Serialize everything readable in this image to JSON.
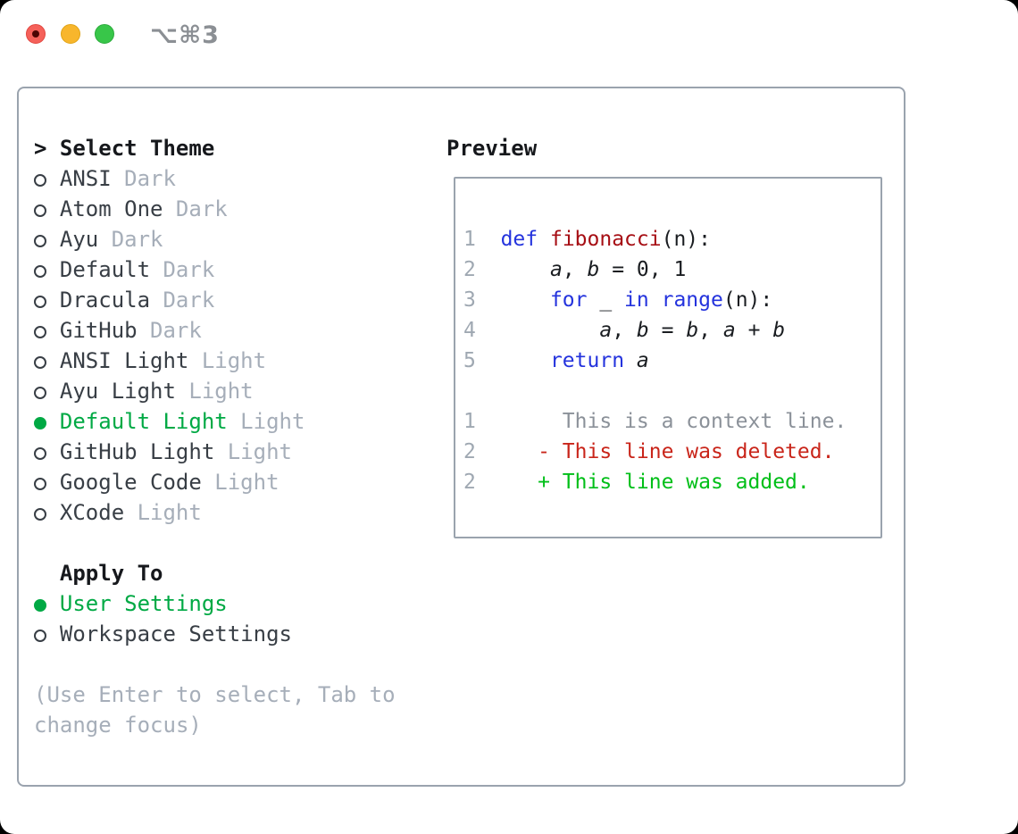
{
  "window": {
    "title": "⌥⌘3"
  },
  "colors": {
    "ui_green": "#00a944",
    "add_green": "#00bf18",
    "del_red": "#c9251a",
    "fn_red": "#a60e14",
    "kw_blue": "#2433dd",
    "name_dark": "#383e45",
    "muted_gray": "#a6aeb9",
    "number_gray": "#9fa8b2",
    "context_gray": "#8b9199",
    "border_gray": "#9aa3ae",
    "header_black": "#16181c",
    "title_gray": "#8b8f94",
    "light_red": "#f5615a",
    "light_yellow": "#f8b62c",
    "light_green": "#38c649"
  },
  "icons": {
    "close": "close-traffic-light",
    "minimize": "minimize-traffic-light",
    "zoom": "zoom-traffic-light"
  },
  "theme_panel": {
    "header": {
      "prompt": ">",
      "label": "Select Theme"
    },
    "themes": [
      {
        "name": "ANSI",
        "variant": "Dark",
        "selected": false
      },
      {
        "name": "Atom One",
        "variant": "Dark",
        "selected": false
      },
      {
        "name": "Ayu",
        "variant": "Dark",
        "selected": false
      },
      {
        "name": "Default",
        "variant": "Dark",
        "selected": false
      },
      {
        "name": "Dracula",
        "variant": "Dark",
        "selected": false
      },
      {
        "name": "GitHub",
        "variant": "Dark",
        "selected": false
      },
      {
        "name": "ANSI Light",
        "variant": "Light",
        "selected": false
      },
      {
        "name": "Ayu Light",
        "variant": "Light",
        "selected": false
      },
      {
        "name": "Default Light",
        "variant": "Light",
        "selected": true
      },
      {
        "name": "GitHub Light",
        "variant": "Light",
        "selected": false
      },
      {
        "name": "Google Code",
        "variant": "Light",
        "selected": false
      },
      {
        "name": "XCode",
        "variant": "Light",
        "selected": false
      }
    ],
    "apply_to": {
      "label": "Apply To",
      "options": [
        {
          "name": "User Settings",
          "selected": true
        },
        {
          "name": "Workspace Settings",
          "selected": false
        }
      ]
    },
    "hint_lines": [
      "(Use Enter to select, Tab to",
      "change focus)"
    ]
  },
  "preview": {
    "title": "Preview",
    "lines": [
      [
        [
          "n",
          "1"
        ],
        [
          "p",
          "  "
        ],
        [
          "k",
          "def"
        ],
        [
          "p",
          " "
        ],
        [
          "f",
          "fibonacci"
        ],
        [
          "p",
          "(n):"
        ]
      ],
      [
        [
          "n",
          "2"
        ],
        [
          "p",
          "      "
        ],
        [
          "v",
          "a"
        ],
        [
          "p",
          ", "
        ],
        [
          "v",
          "b"
        ],
        [
          "p",
          " = 0, 1"
        ]
      ],
      [
        [
          "n",
          "3"
        ],
        [
          "p",
          "      "
        ],
        [
          "k",
          "for"
        ],
        [
          "p",
          " _ "
        ],
        [
          "k",
          "in"
        ],
        [
          "p",
          " "
        ],
        [
          "k",
          "range"
        ],
        [
          "p",
          "(n):"
        ]
      ],
      [
        [
          "n",
          "4"
        ],
        [
          "p",
          "          "
        ],
        [
          "v",
          "a"
        ],
        [
          "p",
          ", "
        ],
        [
          "v",
          "b"
        ],
        [
          "p",
          " = "
        ],
        [
          "v",
          "b"
        ],
        [
          "p",
          ", "
        ],
        [
          "v",
          "a"
        ],
        [
          "p",
          " + "
        ],
        [
          "v",
          "b"
        ]
      ],
      [
        [
          "n",
          "5"
        ],
        [
          "p",
          "      "
        ],
        [
          "k",
          "return"
        ],
        [
          "p",
          " "
        ],
        [
          "v",
          "a"
        ]
      ],
      [],
      [
        [
          "n",
          "1"
        ],
        [
          "p",
          "       "
        ],
        [
          "c",
          "This is a context line."
        ]
      ],
      [
        [
          "n",
          "2"
        ],
        [
          "p",
          "     "
        ],
        [
          "d",
          "- This line was deleted."
        ]
      ],
      [
        [
          "n",
          "2"
        ],
        [
          "p",
          "     "
        ],
        [
          "a",
          "+ This line was added."
        ]
      ]
    ]
  }
}
